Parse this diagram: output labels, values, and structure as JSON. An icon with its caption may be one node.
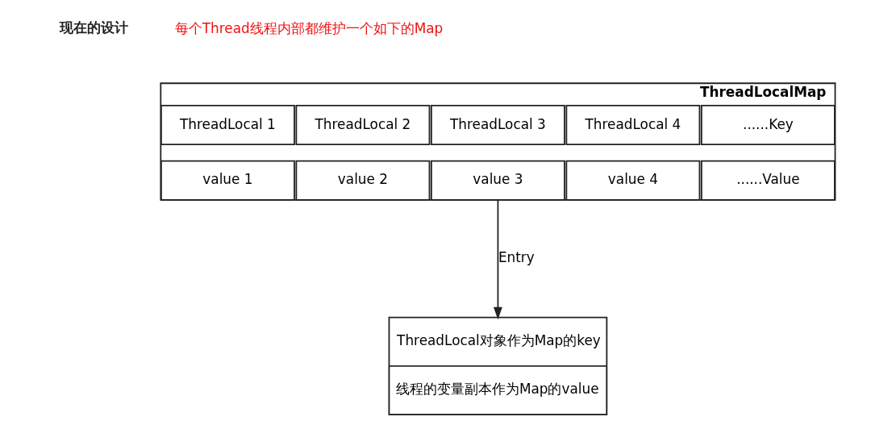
{
  "diagram": {
    "nodes": [
      {
        "text": [
          "ThreadLocalMap"
        ]
      },
      {
        "text": [
          "ThreadLocal 1"
        ],
        "in": 0
      },
      {
        "text": [
          "ThreadLocal 2"
        ],
        "in": 0
      },
      {
        "text": [
          "ThreadLocal 3"
        ],
        "in": 0
      },
      {
        "text": [
          "ThreadLocal 4"
        ],
        "in": 0
      },
      {
        "text": [
          "......Key"
        ],
        "in": 0
      },
      {
        "text": [
          "value 1"
        ],
        "in": 0
      },
      {
        "text": [
          "value 2"
        ],
        "in": 0
      },
      {
        "text": [
          "value 3"
        ],
        "in": 0
      },
      {
        "text": [
          "value 4"
        ],
        "in": 0
      },
      {
        "text": [
          "......Value"
        ],
        "in": 0
      },
      {
        "text": [
          "ThreadLocal对象作为Map的key",
          "线程的变量副本作为Map的value"
        ]
      }
    ],
    "edges": [
      {
        "from": 8,
        "to": 11,
        "label": "Entry",
        "arrow": "to"
      }
    ],
    "labels": [
      "现在的设计",
      "每个Thread线程内部都维护一个如下的Map"
    ]
  }
}
